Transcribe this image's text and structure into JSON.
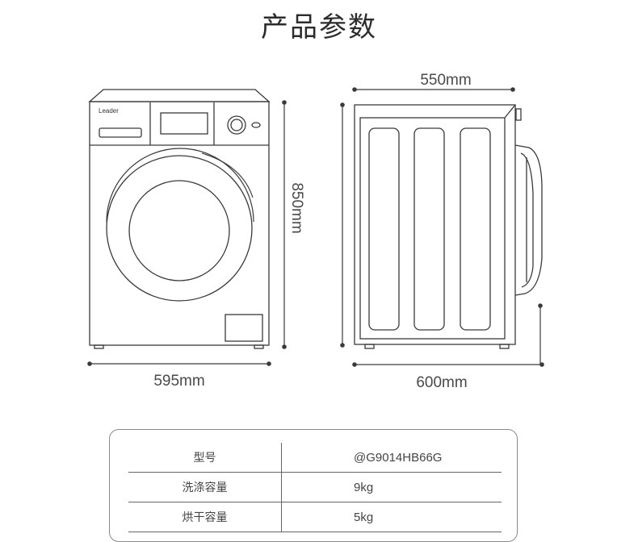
{
  "title": "产品参数",
  "brand": "Leader",
  "dimensions": {
    "front_width": "595mm",
    "height": "850mm",
    "side_top_depth": "550mm",
    "side_bottom_depth": "600mm"
  },
  "specs": [
    {
      "label": "型号",
      "value": "@G9014HB66G"
    },
    {
      "label": "洗涤容量",
      "value": "9kg"
    },
    {
      "label": "烘干容量",
      "value": "5kg"
    }
  ]
}
